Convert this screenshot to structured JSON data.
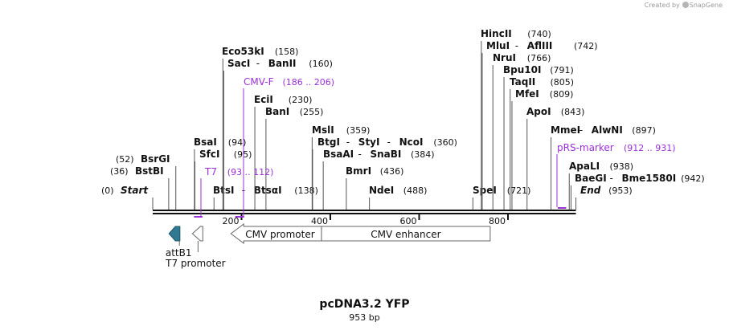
{
  "app": {
    "credit_prefix": "Created by",
    "credit_brand": "SnapGene"
  },
  "plasmid": {
    "name": "pcDNA3.2 YFP",
    "length": "953 bp",
    "length_bp": 953
  },
  "ruler": {
    "ticks": [
      200,
      400,
      600,
      800
    ]
  },
  "sites": [
    {
      "id": "start",
      "names": [
        "Start"
      ],
      "pos": "(0)",
      "bp": 0,
      "italic": true
    },
    {
      "id": "bstbi",
      "names": [
        "BstBI"
      ],
      "pos": "(36)",
      "bp": 36
    },
    {
      "id": "bsrgi",
      "names": [
        "BsrGI"
      ],
      "pos": "(52)",
      "bp": 52
    },
    {
      "id": "bsai",
      "names": [
        "BsaI"
      ],
      "pos": "(94)",
      "bp": 94
    },
    {
      "id": "sfci",
      "names": [
        "SfcI"
      ],
      "pos": "(95)",
      "bp": 95
    },
    {
      "id": "btsi",
      "names": [
        "BtsI",
        "BtsαI"
      ],
      "pos": "(138)",
      "bp": 138
    },
    {
      "id": "eco53ki",
      "names": [
        "Eco53kI"
      ],
      "pos": "(158)",
      "bp": 158
    },
    {
      "id": "saci",
      "names": [
        "SacI",
        "BanII"
      ],
      "pos": "(160)",
      "bp": 160
    },
    {
      "id": "ecii",
      "names": [
        "EciI"
      ],
      "pos": "(230)",
      "bp": 230
    },
    {
      "id": "bani",
      "names": [
        "BanI"
      ],
      "pos": "(255)",
      "bp": 255
    },
    {
      "id": "msli",
      "names": [
        "MslI"
      ],
      "pos": "(359)",
      "bp": 359
    },
    {
      "id": "btgi",
      "names": [
        "BtgI",
        "StyI",
        "NcoI"
      ],
      "pos": "(360)",
      "bp": 360
    },
    {
      "id": "bsaai",
      "names": [
        "BsaAI",
        "SnaBI"
      ],
      "pos": "(384)",
      "bp": 384
    },
    {
      "id": "bmri",
      "names": [
        "BmrI"
      ],
      "pos": "(436)",
      "bp": 436
    },
    {
      "id": "ndei",
      "names": [
        "NdeI"
      ],
      "pos": "(488)",
      "bp": 488
    },
    {
      "id": "spei",
      "names": [
        "SpeI"
      ],
      "pos": "(721)",
      "bp": 721
    },
    {
      "id": "hincii",
      "names": [
        "HincII"
      ],
      "pos": "(740)",
      "bp": 740
    },
    {
      "id": "mlui",
      "names": [
        "MluI",
        "AflIII"
      ],
      "pos": "(742)",
      "bp": 742
    },
    {
      "id": "irui",
      "names": [
        "NruI"
      ],
      "pos": "(766)",
      "bp": 766
    },
    {
      "id": "bpu10i",
      "names": [
        "Bpu10I"
      ],
      "pos": "(791)",
      "bp": 791
    },
    {
      "id": "taqii",
      "names": [
        "TaqII"
      ],
      "pos": "(805)",
      "bp": 805
    },
    {
      "id": "mfei",
      "names": [
        "MfeI"
      ],
      "pos": "(809)",
      "bp": 809
    },
    {
      "id": "apoi",
      "names": [
        "ApoI"
      ],
      "pos": "(843)",
      "bp": 843
    },
    {
      "id": "mmei",
      "names": [
        "MmeI",
        "AlwNI"
      ],
      "pos": "(897)",
      "bp": 897
    },
    {
      "id": "apali",
      "names": [
        "ApaLI"
      ],
      "pos": "(938)",
      "bp": 938
    },
    {
      "id": "baegi",
      "names": [
        "BaeGI",
        "Bme1580I"
      ],
      "pos": "(942)",
      "bp": 942
    },
    {
      "id": "end",
      "names": [
        "End"
      ],
      "pos": "(953)",
      "bp": 953,
      "italic": true
    }
  ],
  "primers": [
    {
      "id": "cmv-f",
      "name": "CMV-F",
      "range": "(186 .. 206)",
      "start": 186,
      "end": 206
    },
    {
      "id": "t7",
      "name": "T7",
      "range": "(93 .. 112)",
      "start": 93,
      "end": 112
    },
    {
      "id": "prs-marker",
      "name": "pRS-marker",
      "range": "(912 .. 931)",
      "start": 912,
      "end": 931
    }
  ],
  "features": [
    {
      "id": "cmv-enhancer",
      "label": "CMV enhancer",
      "start": 380,
      "end": 760,
      "direction": "none"
    },
    {
      "id": "cmv-promoter",
      "label": "CMV promoter",
      "start": 176,
      "end": 380,
      "direction": "reverse"
    },
    {
      "id": "attb1",
      "label": "attB1",
      "start": 42,
      "end": 54,
      "direction": "reverse",
      "color": "#2f7a92"
    },
    {
      "id": "t7-promoter",
      "label": "T7 promoter",
      "start": 93,
      "end": 111,
      "direction": "reverse"
    }
  ],
  "colors": {
    "primer": "#9b30d9",
    "attb1": "#2f7a92",
    "backbone": "#111111"
  }
}
